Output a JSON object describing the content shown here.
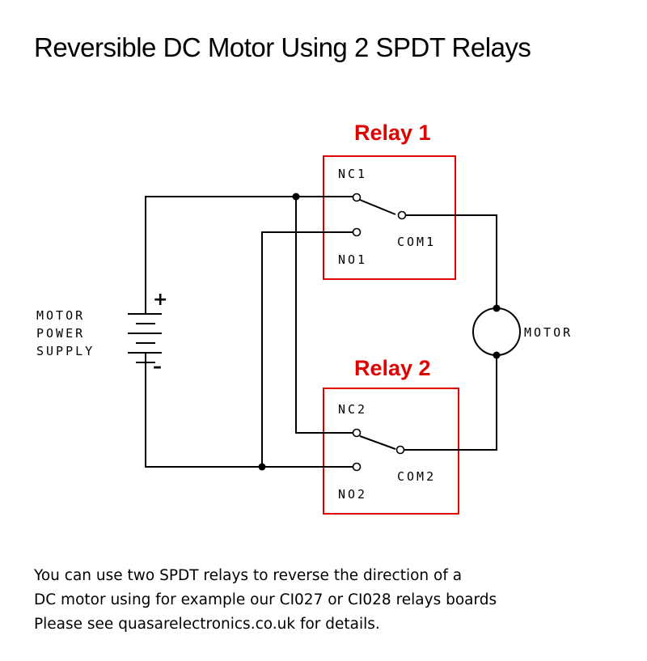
{
  "title": "Reversible DC Motor Using 2 SPDT Relays",
  "colors": {
    "relay_box": "#e00000",
    "wire": "#000000"
  },
  "relay1": {
    "label": "Relay 1",
    "nc": "NC1",
    "no": "NO1",
    "com": "COM1"
  },
  "relay2": {
    "label": "Relay 2",
    "nc": "NC2",
    "no": "NO2",
    "com": "COM2"
  },
  "power_supply": {
    "label_lines": [
      "MOTOR",
      "POWER",
      "SUPPLY"
    ],
    "plus": "+",
    "minus": "–"
  },
  "motor": {
    "label": "MOTOR"
  },
  "caption": {
    "line1": "You can use two SPDT relays to reverse the direction of a",
    "line2": "DC motor using for example our CI027 or CI028 relays boards",
    "line3": "Please see quasarelectronics.co.uk for details."
  }
}
